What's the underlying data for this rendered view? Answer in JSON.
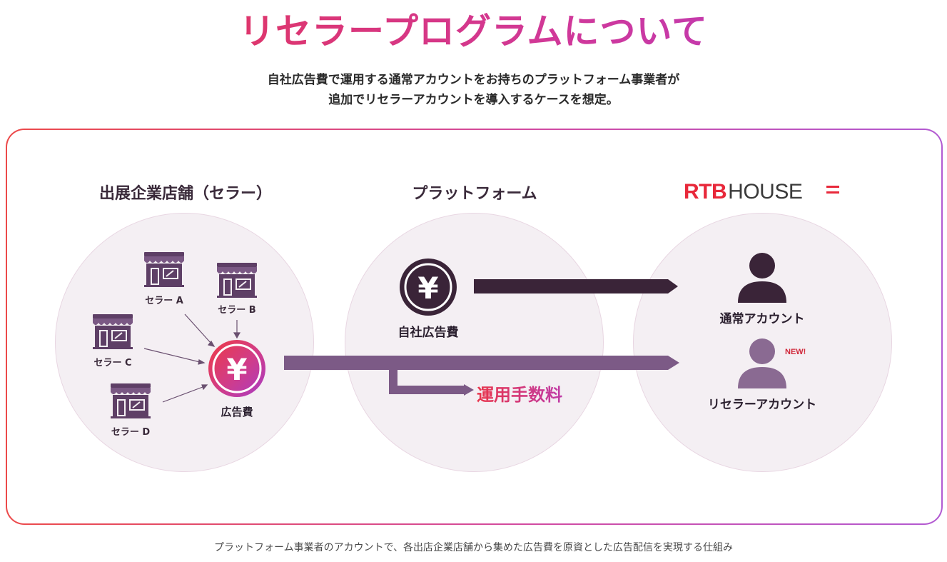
{
  "title": "リセラープログラムについて",
  "subtitle": {
    "line1": "自社広告費で運用する通常アカウントをお持ちのプラットフォーム事業者が",
    "line2": "追加でリセラーアカウントを導入するケースを想定。"
  },
  "columns": {
    "seller": "出展企業店舗（セラー）",
    "platform": "プラットフォーム",
    "vendor_logo": {
      "rtb": "RTB",
      "house": "HOUSE"
    }
  },
  "sellers": {
    "a": "セラー A",
    "b": "セラー B",
    "c": "セラー C",
    "d": "セラー D",
    "ad_cost": "広告費"
  },
  "platform": {
    "own_ad_cost": "自社広告費",
    "fee": "運用手数料"
  },
  "accounts": {
    "normal": "通常アカウント",
    "reseller": "リセラーアカウント",
    "new_badge": "NEW!"
  },
  "caption": "プラットフォーム事業者のアカウントで、各出店企業店舗から集めた広告費を原資とした広告配信を実現する仕組み",
  "colors": {
    "dark": "#3a2a3a",
    "purple": "#7c5a86",
    "red": "#e8344a",
    "magenta": "#c03ca8",
    "circle_bg": "#f4eff3"
  },
  "icons": [
    "store-icon",
    "yen-coin-icon",
    "person-icon",
    "arrow-icon"
  ]
}
